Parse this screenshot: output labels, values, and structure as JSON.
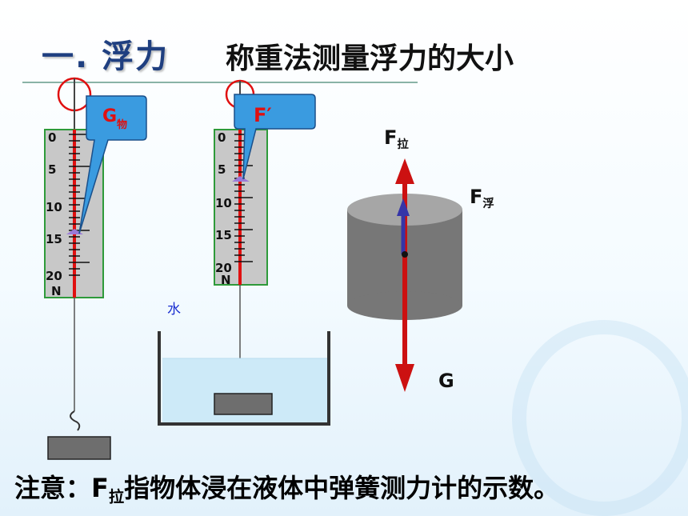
{
  "title": {
    "main": "一. 浮力",
    "sub": "称重法测量浮力的大小"
  },
  "scale_left": {
    "ticks": [
      "0",
      "5",
      "10",
      "15",
      "20"
    ],
    "unit": "N",
    "callout": "G",
    "callout_sub": "物"
  },
  "scale_right": {
    "ticks": [
      "0",
      "5",
      "10",
      "15",
      "20"
    ],
    "unit": "N",
    "callout": "F′"
  },
  "water_label": "水",
  "force_diagram": {
    "pull_label": "F",
    "pull_sub": "拉",
    "buoyancy_label": "F",
    "buoyancy_sub": "浮",
    "gravity_label": "G"
  },
  "note": {
    "prefix": "注意：F",
    "sub": "拉",
    "suffix": "指物体浸在液体中弹簧测力计的示数。"
  },
  "colors": {
    "title": "#1f3f80",
    "frame": "#2e9a3a",
    "pointer": "#e01010",
    "callout": "#3a9be0",
    "arrow_red": "#cc1111",
    "arrow_blue": "#3535a8"
  }
}
